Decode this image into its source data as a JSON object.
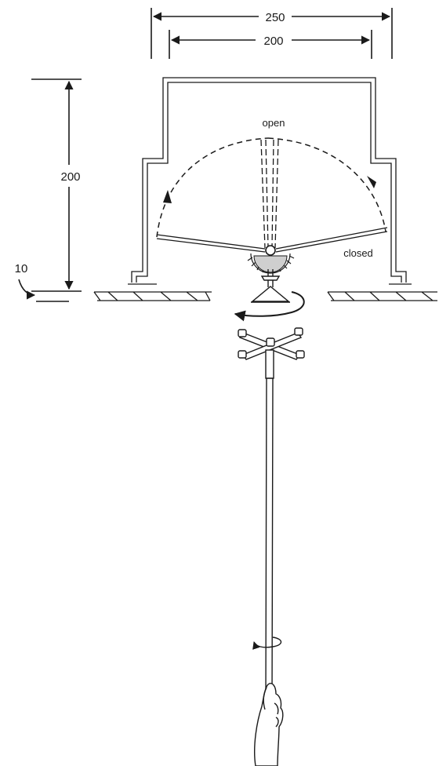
{
  "dimensions": {
    "outer_width": "250",
    "inner_width": "200",
    "height": "200",
    "lip": "10"
  },
  "labels": {
    "open": "open",
    "closed": "closed"
  },
  "colors": {
    "ink": "#1a1a1a",
    "background": "#ffffff"
  }
}
